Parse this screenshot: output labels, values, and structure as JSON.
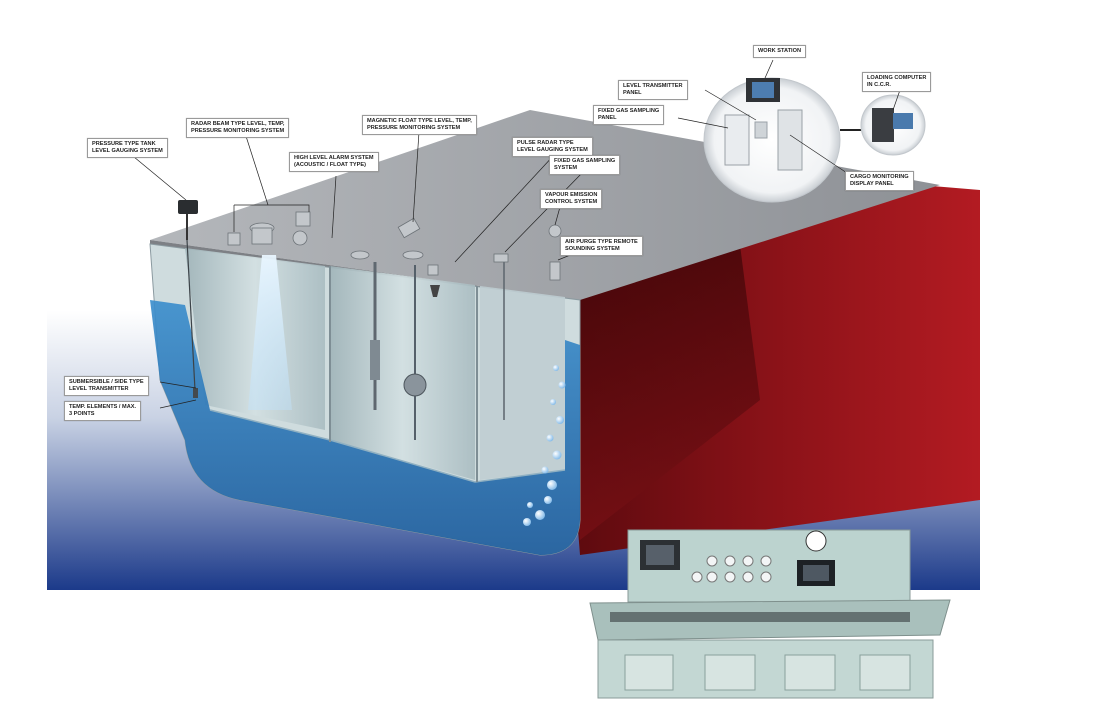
{
  "callouts": {
    "pressure_type": {
      "line1": "PRESSURE TYPE TANK",
      "line2": "LEVEL GAUGING SYSTEM"
    },
    "radar_beam": {
      "line1": "RADAR BEAM TYPE LEVEL, TEMP,",
      "line2": "PRESSURE MONITORING SYSTEM"
    },
    "high_level_alarm": {
      "line1": "HIGH LEVEL ALARM SYSTEM",
      "line2": "(ACOUSTIC / FLOAT TYPE)"
    },
    "magnetic_float": {
      "line1": "MAGNETIC FLOAT TYPE LEVEL, TEMP,",
      "line2": "PRESSURE MONITORING SYSTEM"
    },
    "pulse_radar": {
      "line1": "PULSE RADAR TYPE",
      "line2": "LEVEL GAUGING SYSTEM"
    },
    "fixed_gas_system": {
      "line1": "FIXED GAS SAMPLING",
      "line2": "SYSTEM"
    },
    "vapour_emission": {
      "line1": "VAPOUR EMISSION",
      "line2": "CONTROL SYSTEM"
    },
    "air_purge": {
      "line1": "AIR PURGE TYPE REMOTE",
      "line2": "SOUNDING SYSTEM"
    },
    "work_station": {
      "line1": "WORK STATION"
    },
    "level_transmitter_panel": {
      "line1": "LEVEL TRANSMITTER",
      "line2": "PANEL"
    },
    "fixed_gas_panel": {
      "line1": "FIXED GAS SAMPLING",
      "line2": "PANEL"
    },
    "loading_computer": {
      "line1": "LOADING COMPUTER",
      "line2": "IN C.C.R."
    },
    "cargo_monitoring": {
      "line1": "CARGO MONITORING",
      "line2": "DISPLAY PANEL"
    },
    "submersible": {
      "line1": "SUBMERSIBLE / SIDE TYPE",
      "line2": "LEVEL TRANSMITTER"
    },
    "temp_elements": {
      "line1": "TEMP. ELEMENTS / MAX.",
      "line2": "3 POINTS"
    }
  },
  "colors": {
    "sky_top": "#ffffff",
    "sea_bottom": "#1c3a8a",
    "deck": "#a9acb0",
    "hull_red": "#8a1218",
    "tank_liquid": "#2f7fc0",
    "console": "#bcd3cf"
  }
}
